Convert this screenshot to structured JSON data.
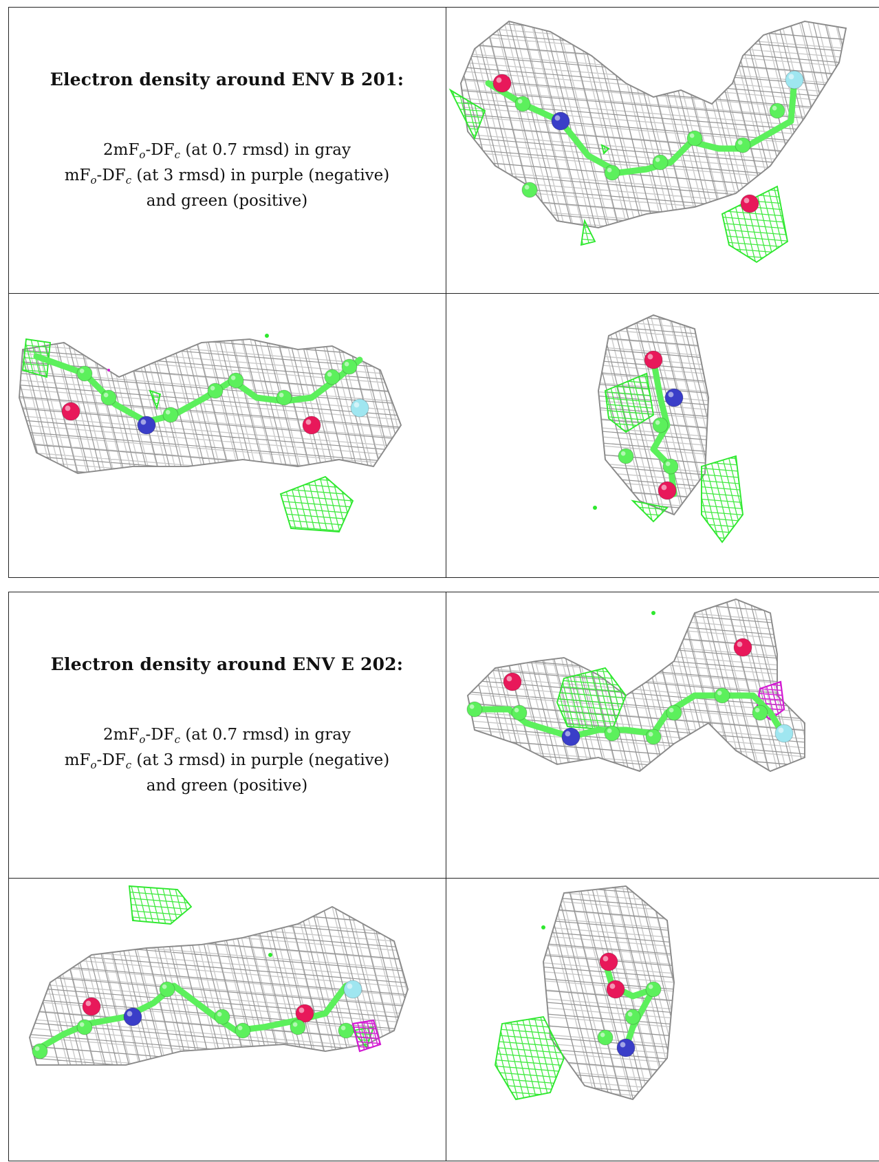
{
  "panels": [
    {
      "heading": "Electron density around ENV B 201:",
      "line1": {
        "pre": "2mF",
        "s1": "o",
        "mid": "-DF",
        "s2": "c",
        "post": " (at 0.7 rmsd) in gray"
      },
      "line2": {
        "pre": "mF",
        "s1": "o",
        "mid": "-DF",
        "s2": "c",
        "post": " (at 3 rmsd) in purple (negative)"
      },
      "line3": "and green (positive)"
    },
    {
      "heading": "Electron density around ENV E 202:",
      "line1": {
        "pre": "2mF",
        "s1": "o",
        "mid": "-DF",
        "s2": "c",
        "post": " (at 0.7 rmsd) in gray"
      },
      "line2": {
        "pre": "mF",
        "s1": "o",
        "mid": "-DF",
        "s2": "c",
        "post": " (at 3 rmsd) in purple (negative)"
      },
      "line3": "and green (positive)"
    }
  ],
  "colors": {
    "mesh_gray": "#8a8a8a",
    "mesh_light": "#c4c4c4",
    "positive_green": "#2ee82e",
    "negative_purple": "#d21ad2",
    "carbon": "#5cf05c",
    "nitrogen": "#3a3ec8",
    "oxygen": "#e8185a",
    "fluorine": "#9fe6f0"
  }
}
